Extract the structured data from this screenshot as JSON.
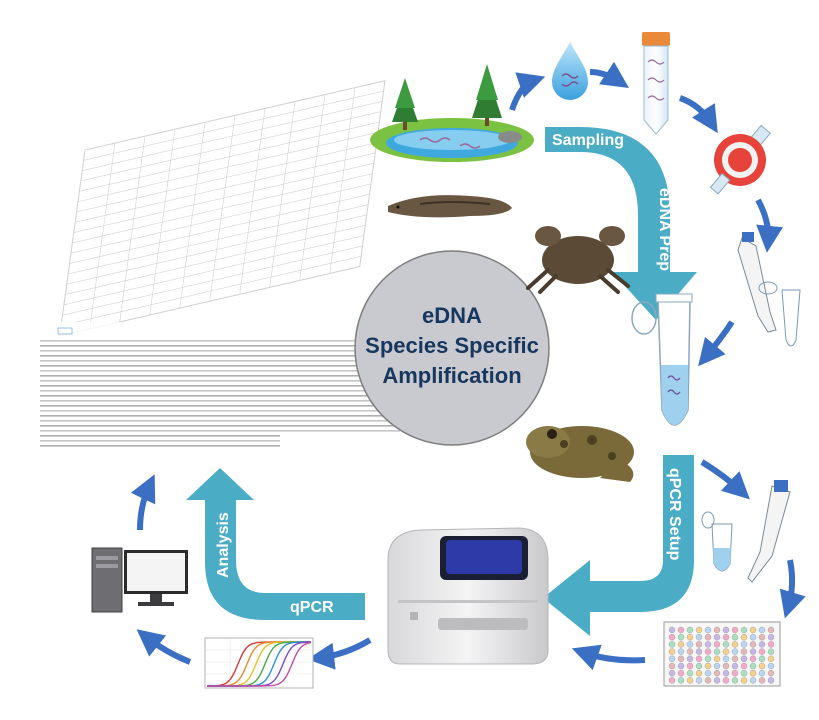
{
  "center": {
    "line1": "eDNA",
    "line2": "Species Specific",
    "line3": "Amplification"
  },
  "stages": {
    "sampling": "Sampling",
    "edna_prep": "eDNA Prep",
    "qpcr_setup": "qPCR Setup",
    "qpcr": "qPCR",
    "analysis": "Analysis"
  },
  "colors": {
    "band": "#4bacc6",
    "band_dark": "#3a94ad",
    "small_arrow": "#3a6fc4",
    "center_fill": "#c9c9d0",
    "center_text": "#17375e"
  }
}
